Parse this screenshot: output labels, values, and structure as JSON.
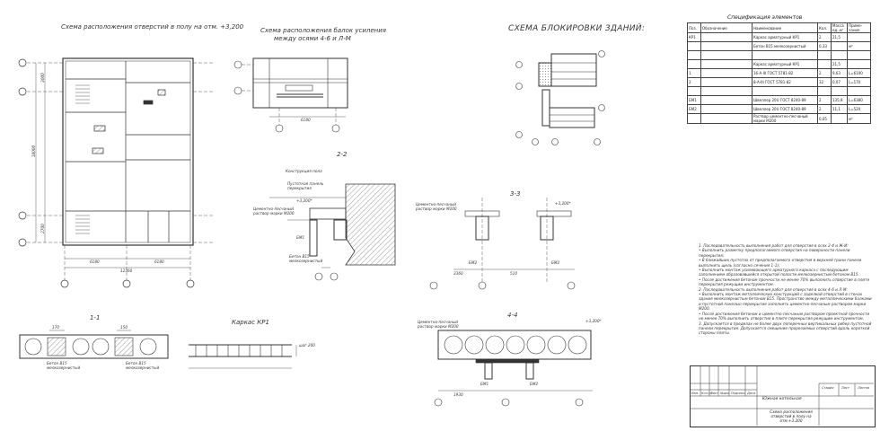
{
  "titles": {
    "plan": "Схема расположения отверстий в полу на отм. +3,200",
    "beams_line1": "Схема расположения балок усиления",
    "beams_line2": "между осями 4-6 и Л-М",
    "blocking": "СХЕМА БЛОКИРОВКИ ЗДАНИЙ:",
    "sec22": "2-2",
    "sec33": "3-3",
    "sec44": "4-4",
    "sec11": "1-1",
    "frame": "Каркас КР1",
    "spec": "Спецификация элементов"
  },
  "spec_header": [
    "Поз.",
    "Обозначение",
    "Наименование",
    "Кол.",
    "Масса ед.,кг",
    "Приме- чание"
  ],
  "spec_rows": [
    [
      "КР1",
      "",
      "Каркас арматурный КР1",
      "2",
      "21,5",
      ""
    ],
    [
      "",
      "",
      "Бетон В15 мелкозернистый",
      "0,33",
      "",
      "м³"
    ],
    [
      "",
      "",
      "",
      "",
      "",
      ""
    ],
    [
      "",
      "",
      "Каркас арматурный КР1",
      "",
      "21,5",
      ""
    ],
    [
      "1",
      "",
      "16-А-III ГОСТ 5781-82",
      "2",
      "9,63",
      "L=6100"
    ],
    [
      "2",
      "",
      "8-А-III ГОСТ 5781-82",
      "32",
      "0,07",
      "L=170"
    ],
    [
      "",
      "",
      "",
      "",
      "",
      ""
    ],
    [
      "БМ1",
      "",
      "Швеллер 20U ГОСТ 8240-89",
      "2",
      "135,9",
      "L=6380"
    ],
    [
      "БМ2",
      "",
      "Швеллер 20U ГОСТ 8240-89",
      "2",
      "11,1",
      "L=520"
    ],
    [
      "",
      "",
      "Раствор цементно-песчаный марки М200",
      "0,05",
      "",
      "м³"
    ]
  ],
  "notes": [
    "1. Последовательность выполнения работ для отверстия в осях 2-4 и Ж-И:",
    "• Выполнить разметку предполагаемого отверстия на поверхности панели перекрытия;",
    "• В ближайших пустотах от предполагаемого отверстия в верхней грани панели выполнить щель (согласно сечения 1-1);",
    "• Выполнить монтаж усиливающего арматурного каркаса с последующим заполнением образовавшейся открытой полости мелкозернистым бетоном В15.",
    "• После достижения бетоном прочности не менее 70% выполнить отверстие в плите перекрытия режущим инструментом.",
    "2. Последовательность выполнения работ для отверстия в осях 4-6 и Л-М:",
    "• Выполнить монтаж металлических конструкций с заделкой отверстий в стенах здания мелкозернистым бетоном В15. Пространство между металлическими балками и пустотной панелью перекрытия заполнить цементно-песчаным раствором марки М200.",
    "• После достижения бетоном и цементно-песчаным раствором проектной прочности не менее 70% выполнить отверстие в плите перекрытия режущим инструментом.",
    "3. Допускается в пределах не более двух поперечных вертикальных ребер пустотной панели перекрытия. Допускается смещение прорезаемых отверстий вдоль короткой стороны плиты."
  ],
  "stamp": {
    "object": "Южная котельная",
    "sheet": "Схема расположения отверстий в полу на отм.+3.200",
    "cols": [
      "Изм.",
      "Кол.уч",
      "Лист",
      "№док",
      "Подпись",
      "Дата"
    ],
    "right": [
      "Стадия",
      "Лист",
      "Листов"
    ]
  },
  "labels": {
    "dim_total": "12360",
    "dim_left": "6180",
    "dim_right": "6180",
    "dim_height": "18000",
    "dim_a": "3000",
    "dim_b": "2700",
    "dim_beam": "6180",
    "constr": "Конструкция пола",
    "panel": "Пустотная панель перекрытия",
    "mortar": "Цементно-песчаный раствор марки М200",
    "concrete": "Бетон В15 мелкозернистый",
    "level": "+3,200*",
    "bm1": "БМ1",
    "bm2": "БМ2",
    "step": "шаг 200",
    "d3360": "3360",
    "d510": "510",
    "d1930": "1930",
    "d170": "170",
    "d150": "150"
  }
}
